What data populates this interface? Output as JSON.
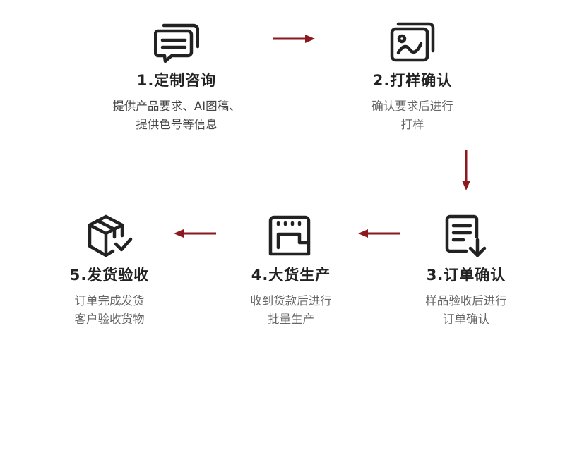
{
  "colors": {
    "arrow": "#8b1a1f",
    "icon": "#222222"
  },
  "steps": [
    {
      "title": "1.定制咨询",
      "desc_lines": [
        "提供产品要求、AI图稿、",
        "提供色号等信息"
      ],
      "icon": "chat-bubbles-icon"
    },
    {
      "title": "2.打样确认",
      "desc_lines": [
        "确认要求后进行",
        "打样"
      ],
      "icon": "image-frame-icon"
    },
    {
      "title": "3.订单确认",
      "desc_lines": [
        "样品验收后进行",
        "订单确认"
      ],
      "icon": "document-download-icon"
    },
    {
      "title": "4.大货生产",
      "desc_lines": [
        "收到货款后进行",
        "批量生产"
      ],
      "icon": "sewing-machine-icon"
    },
    {
      "title": "5.发货验收",
      "desc_lines": [
        "订单完成发货",
        "客户验收货物"
      ],
      "icon": "package-check-icon"
    }
  ]
}
